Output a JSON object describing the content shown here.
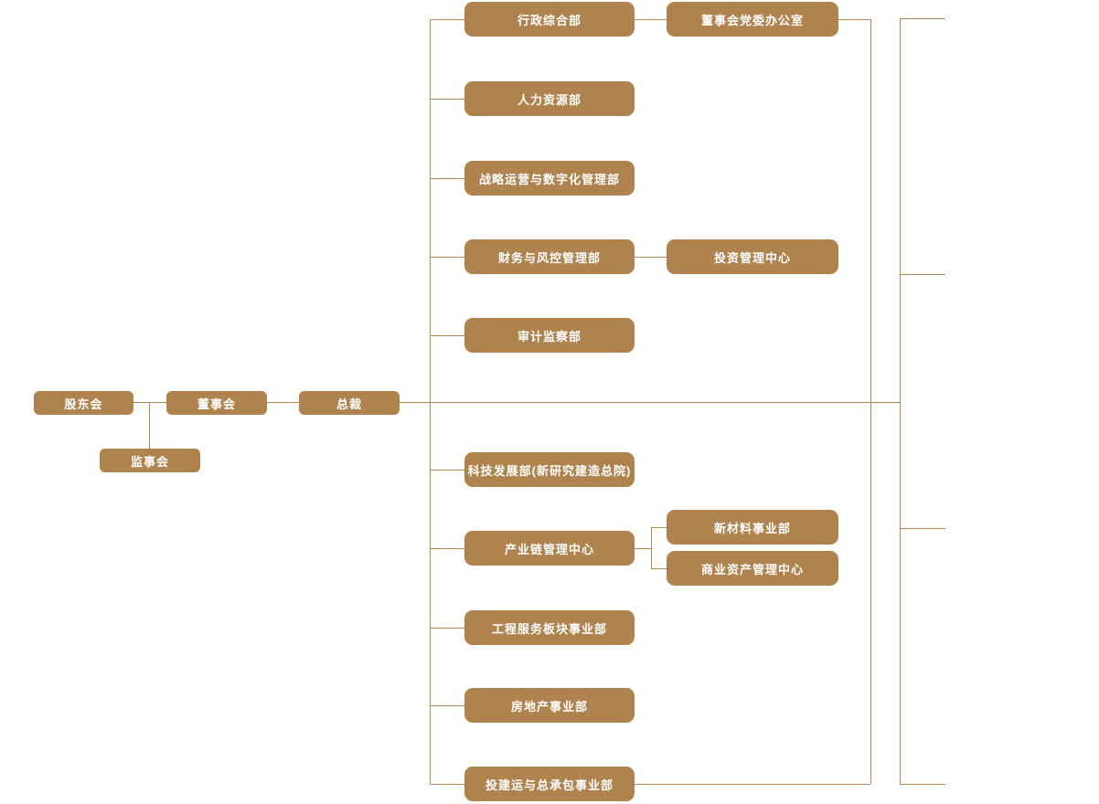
{
  "diagram_type": "org-chart",
  "colors": {
    "background": "#ffffff",
    "box_fill": "#af824e",
    "box_text": "#ffffff",
    "connector_line": "#b28551"
  },
  "nodes": {
    "shareholders": {
      "label": "股东会"
    },
    "supervisory": {
      "label": "监事会"
    },
    "board": {
      "label": "董事会"
    },
    "president": {
      "label": "总裁"
    },
    "admin_general": {
      "label": "行政综合部"
    },
    "board_party_office": {
      "label": "董事会党委办公室"
    },
    "hr": {
      "label": "人力资源部"
    },
    "strategy_digital": {
      "label": "战略运营与数字化管理部"
    },
    "finance_risk": {
      "label": "财务与风控管理部"
    },
    "investment_center": {
      "label": "投资管理中心"
    },
    "audit": {
      "label": "审计监察部"
    },
    "tech_dev": {
      "label": "科技发展部(新研究建造总院)"
    },
    "industry_chain": {
      "label": "产业链管理中心"
    },
    "new_materials": {
      "label": "新材料事业部"
    },
    "commercial_asset": {
      "label": "商业资产管理中心"
    },
    "engineering_service": {
      "label": "工程服务板块事业部"
    },
    "real_estate": {
      "label": "房地产事业部"
    },
    "invest_build_epc": {
      "label": "投建运与总承包事业部"
    }
  },
  "edges": [
    {
      "from": "shareholders",
      "to": "board"
    },
    {
      "from": "shareholders",
      "to": "supervisory"
    },
    {
      "from": "board",
      "to": "president"
    },
    {
      "from": "president",
      "to": "admin_general"
    },
    {
      "from": "president",
      "to": "hr"
    },
    {
      "from": "president",
      "to": "strategy_digital"
    },
    {
      "from": "president",
      "to": "finance_risk"
    },
    {
      "from": "president",
      "to": "audit"
    },
    {
      "from": "president",
      "to": "tech_dev"
    },
    {
      "from": "president",
      "to": "industry_chain"
    },
    {
      "from": "president",
      "to": "engineering_service"
    },
    {
      "from": "president",
      "to": "real_estate"
    },
    {
      "from": "president",
      "to": "invest_build_epc"
    },
    {
      "from": "admin_general",
      "to": "board_party_office"
    },
    {
      "from": "finance_risk",
      "to": "investment_center"
    },
    {
      "from": "industry_chain",
      "to": "new_materials"
    },
    {
      "from": "industry_chain",
      "to": "commercial_asset"
    }
  ]
}
